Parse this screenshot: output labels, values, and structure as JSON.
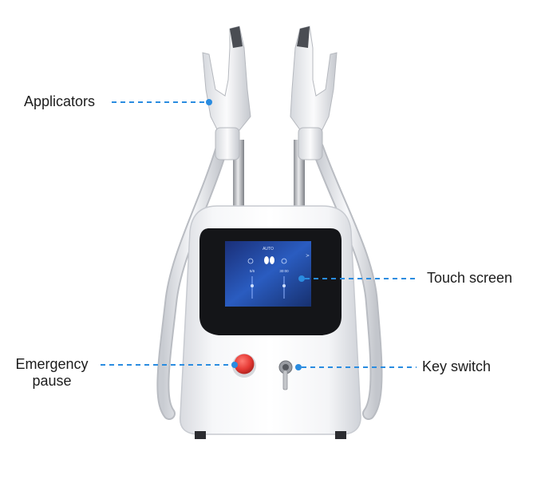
{
  "callouts": {
    "applicators": "Applicators",
    "touch_screen": "Touch screen",
    "emergency_line1": "Emergency",
    "emergency_line2": "pause",
    "key_switch": "Key switch"
  },
  "screen": {
    "mode": "AUTO",
    "left_value": "5/6",
    "right_value": "30:00"
  },
  "colors": {
    "callout_line": "#2a8ce0",
    "callout_dot": "#2a8ce0",
    "emergency_button": "#e63a35",
    "screen_bg": "#1c3a8a",
    "body": "#f4f5f7"
  }
}
